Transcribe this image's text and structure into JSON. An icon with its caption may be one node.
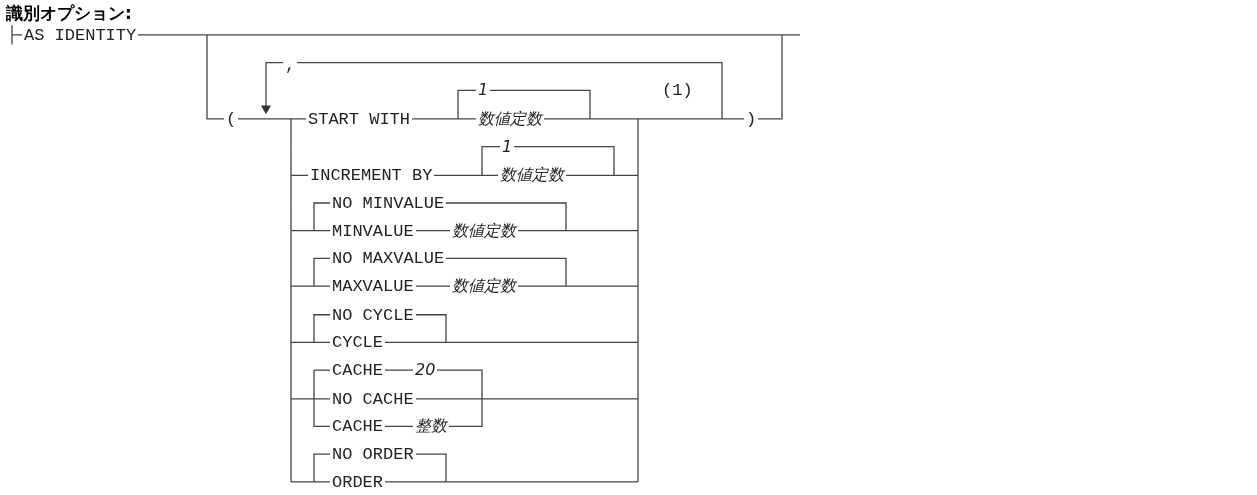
{
  "diagram": {
    "title": "識別オプション:",
    "labels": [
      "AS IDENTITY",
      ",",
      "(",
      "1",
      "(1)",
      "START WITH",
      "数値定数",
      ")",
      "1",
      "INCREMENT BY",
      "数値定数",
      "NO MINVALUE",
      "MINVALUE",
      "数値定数",
      "NO MAXVALUE",
      "MAXVALUE",
      "数値定数",
      "NO CYCLE",
      "CYCLE",
      "CACHE",
      "20",
      "NO CACHE",
      "CACHE",
      "整数",
      "NO ORDER",
      "ORDER"
    ]
  }
}
